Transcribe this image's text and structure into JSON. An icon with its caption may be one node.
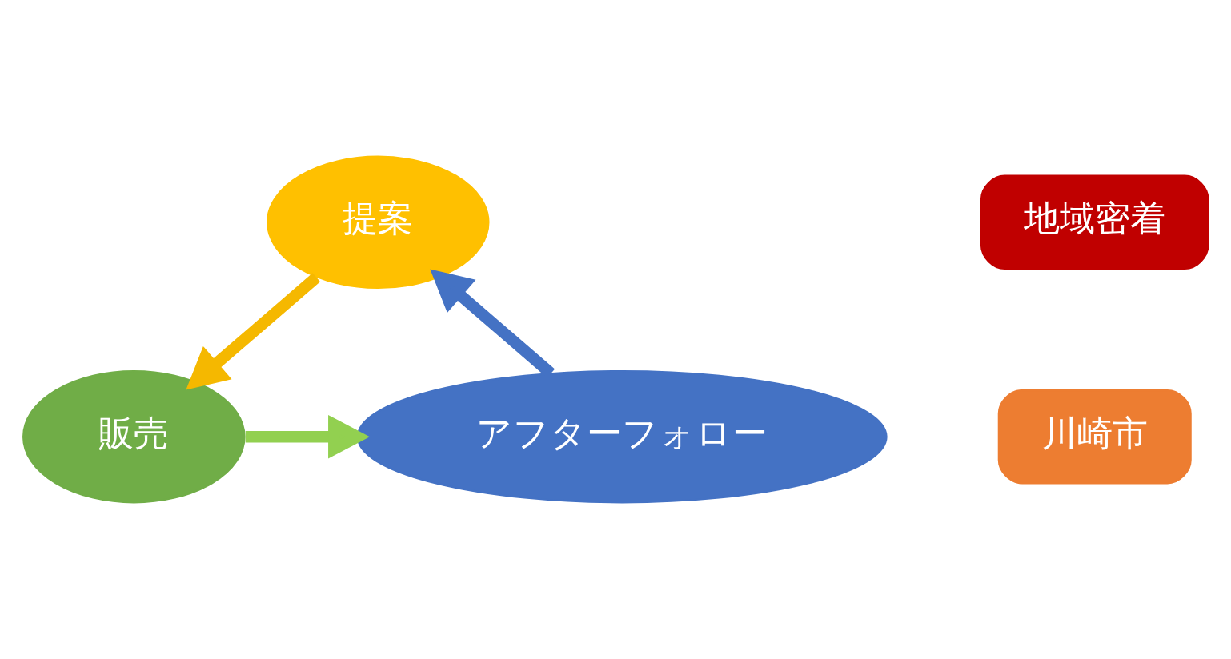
{
  "diagram": {
    "nodes": [
      {
        "text": [
          "提案"
        ]
      },
      {
        "text": [
          "販売"
        ]
      },
      {
        "text": [
          "アフターフォロー"
        ]
      },
      {
        "text": [
          "地域密着"
        ]
      },
      {
        "text": [
          "川崎市"
        ]
      }
    ],
    "edges": [
      {
        "from": 0,
        "to": 1,
        "arrow": "to",
        "color": "#f5b800"
      },
      {
        "from": 1,
        "to": 2,
        "arrow": "to",
        "color": "#92d050"
      },
      {
        "from": 2,
        "to": 0,
        "arrow": "to",
        "color": "#4472c4"
      }
    ]
  }
}
